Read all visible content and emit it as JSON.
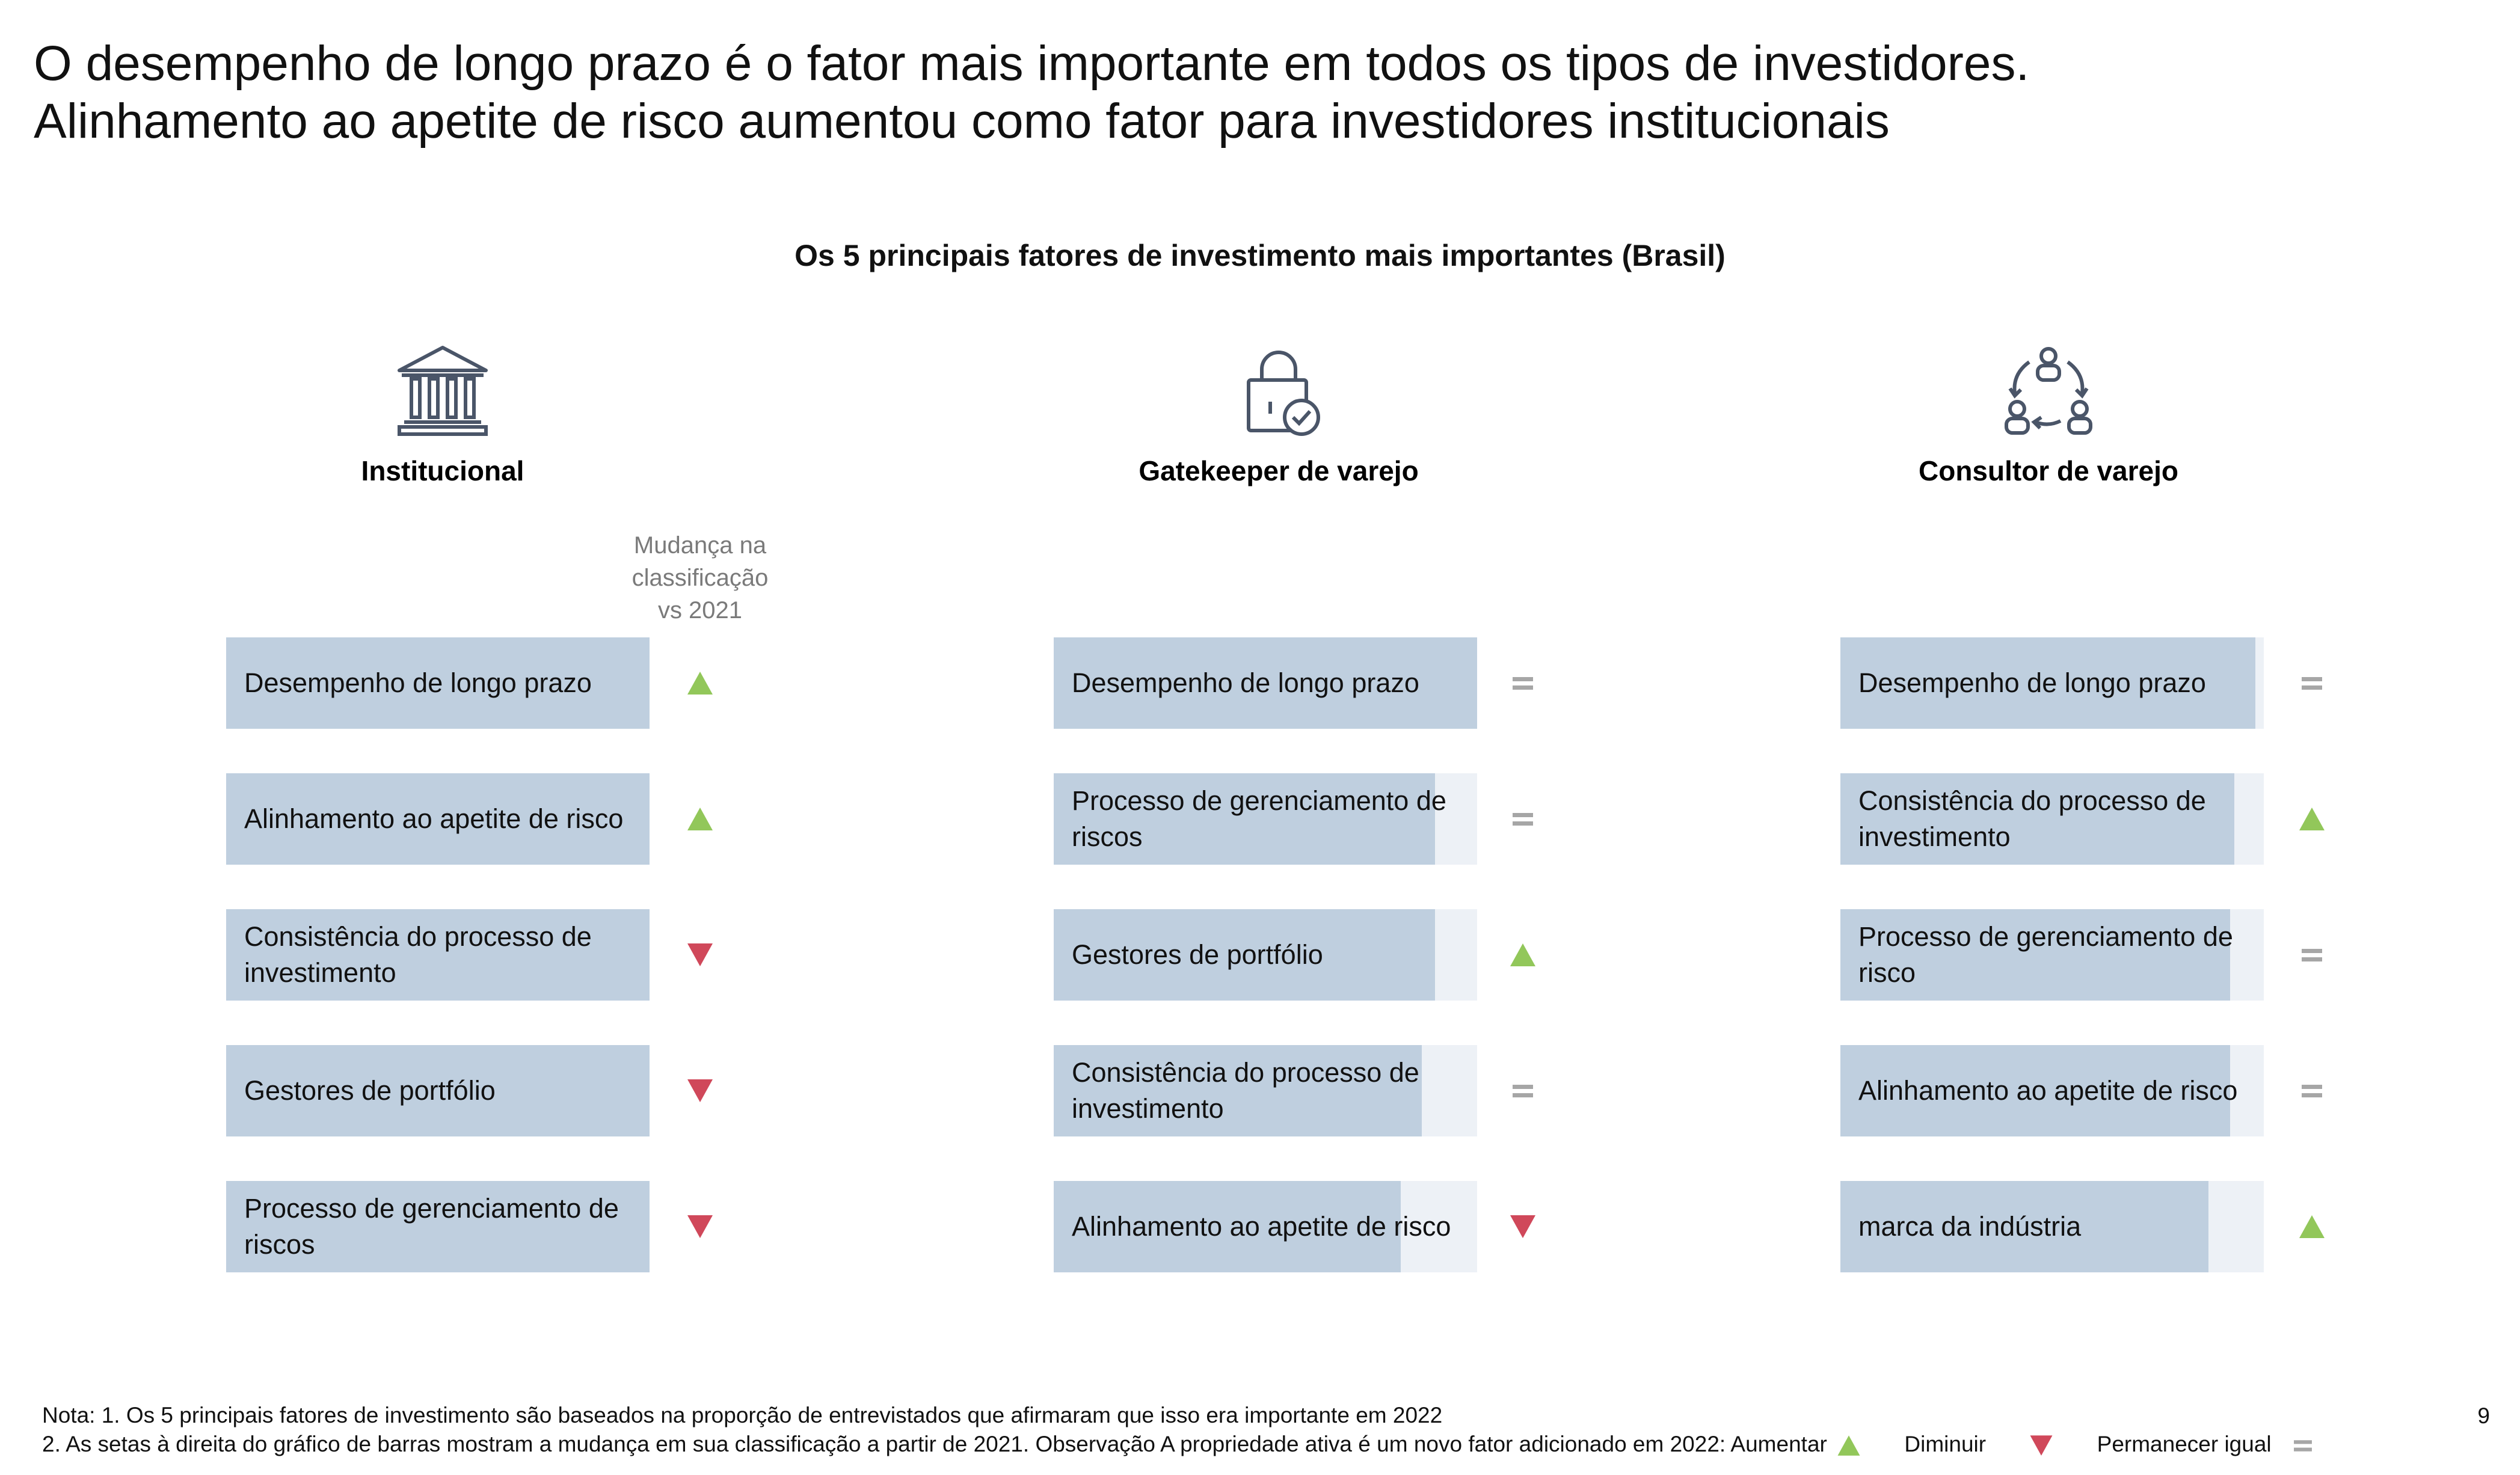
{
  "header": {
    "title_line1": "O desempenho de longo prazo é o fator mais importante em todos os tipos de investidores.",
    "title_line2": "Alinhamento ao apetite de risco aumentou como fator para investidores institucionais"
  },
  "chart_data": {
    "type": "bar",
    "title": "Os 5 principais fatores de investimento mais importantes (Brasil)",
    "change_header": [
      "Mudança na",
      "classificação",
      "vs 2021"
    ],
    "colors": {
      "bar": "#bfcfdf",
      "track": "#edf1f6",
      "up": "#92c75a",
      "down": "#d0485a",
      "same": "#a6a6a6"
    },
    "panels": [
      {
        "label": "Institucional",
        "icon": "bank-icon",
        "items": [
          {
            "factor": "Desempenho de longo prazo",
            "value": 100,
            "change": "up"
          },
          {
            "factor": "Alinhamento ao apetite de risco",
            "value": 100,
            "change": "up"
          },
          {
            "factor": "Consistência do processo de investimento",
            "value": 100,
            "change": "down"
          },
          {
            "factor": "Gestores de portfólio",
            "value": 100,
            "change": "down"
          },
          {
            "factor": "Processo de gerenciamento de riscos",
            "value": 100,
            "change": "down"
          }
        ]
      },
      {
        "label": "Gatekeeper de varejo",
        "icon": "lock-check-icon",
        "items": [
          {
            "factor": "Desempenho de longo prazo",
            "value": 100,
            "change": "same"
          },
          {
            "factor": "Processo de gerenciamento de riscos",
            "value": 90,
            "change": "same"
          },
          {
            "factor": "Gestores de portfólio",
            "value": 90,
            "change": "up"
          },
          {
            "factor": "Consistência do processo de investimento",
            "value": 87,
            "change": "same"
          },
          {
            "factor": "Alinhamento ao apetite de risco",
            "value": 82,
            "change": "down"
          }
        ]
      },
      {
        "label": "Consultor de varejo",
        "icon": "advisor-cycle-icon",
        "items": [
          {
            "factor": "Desempenho de longo prazo",
            "value": 98,
            "change": "same"
          },
          {
            "factor": "Consistência do processo de investimento",
            "value": 93,
            "change": "up"
          },
          {
            "factor": "Processo de gerenciamento de risco",
            "value": 92,
            "change": "same"
          },
          {
            "factor": "Alinhamento ao apetite de risco",
            "value": 92,
            "change": "same"
          },
          {
            "factor": "marca da indústria",
            "value": 87,
            "change": "up"
          }
        ]
      }
    ]
  },
  "notes": {
    "line1": "Nota: 1. Os 5 principais fatores de investimento são baseados na proporção de entrevistados que afirmaram que isso era importante em 2022",
    "line2": "2. As setas à direita do gráfico de barras mostram a mudança em sua classificação a partir de 2021. Observação A propriedade ativa é um novo fator adicionado em 2022: Aumentar",
    "legend_down": "Diminuir",
    "legend_same": "Permanecer igual"
  },
  "page_number": "9"
}
